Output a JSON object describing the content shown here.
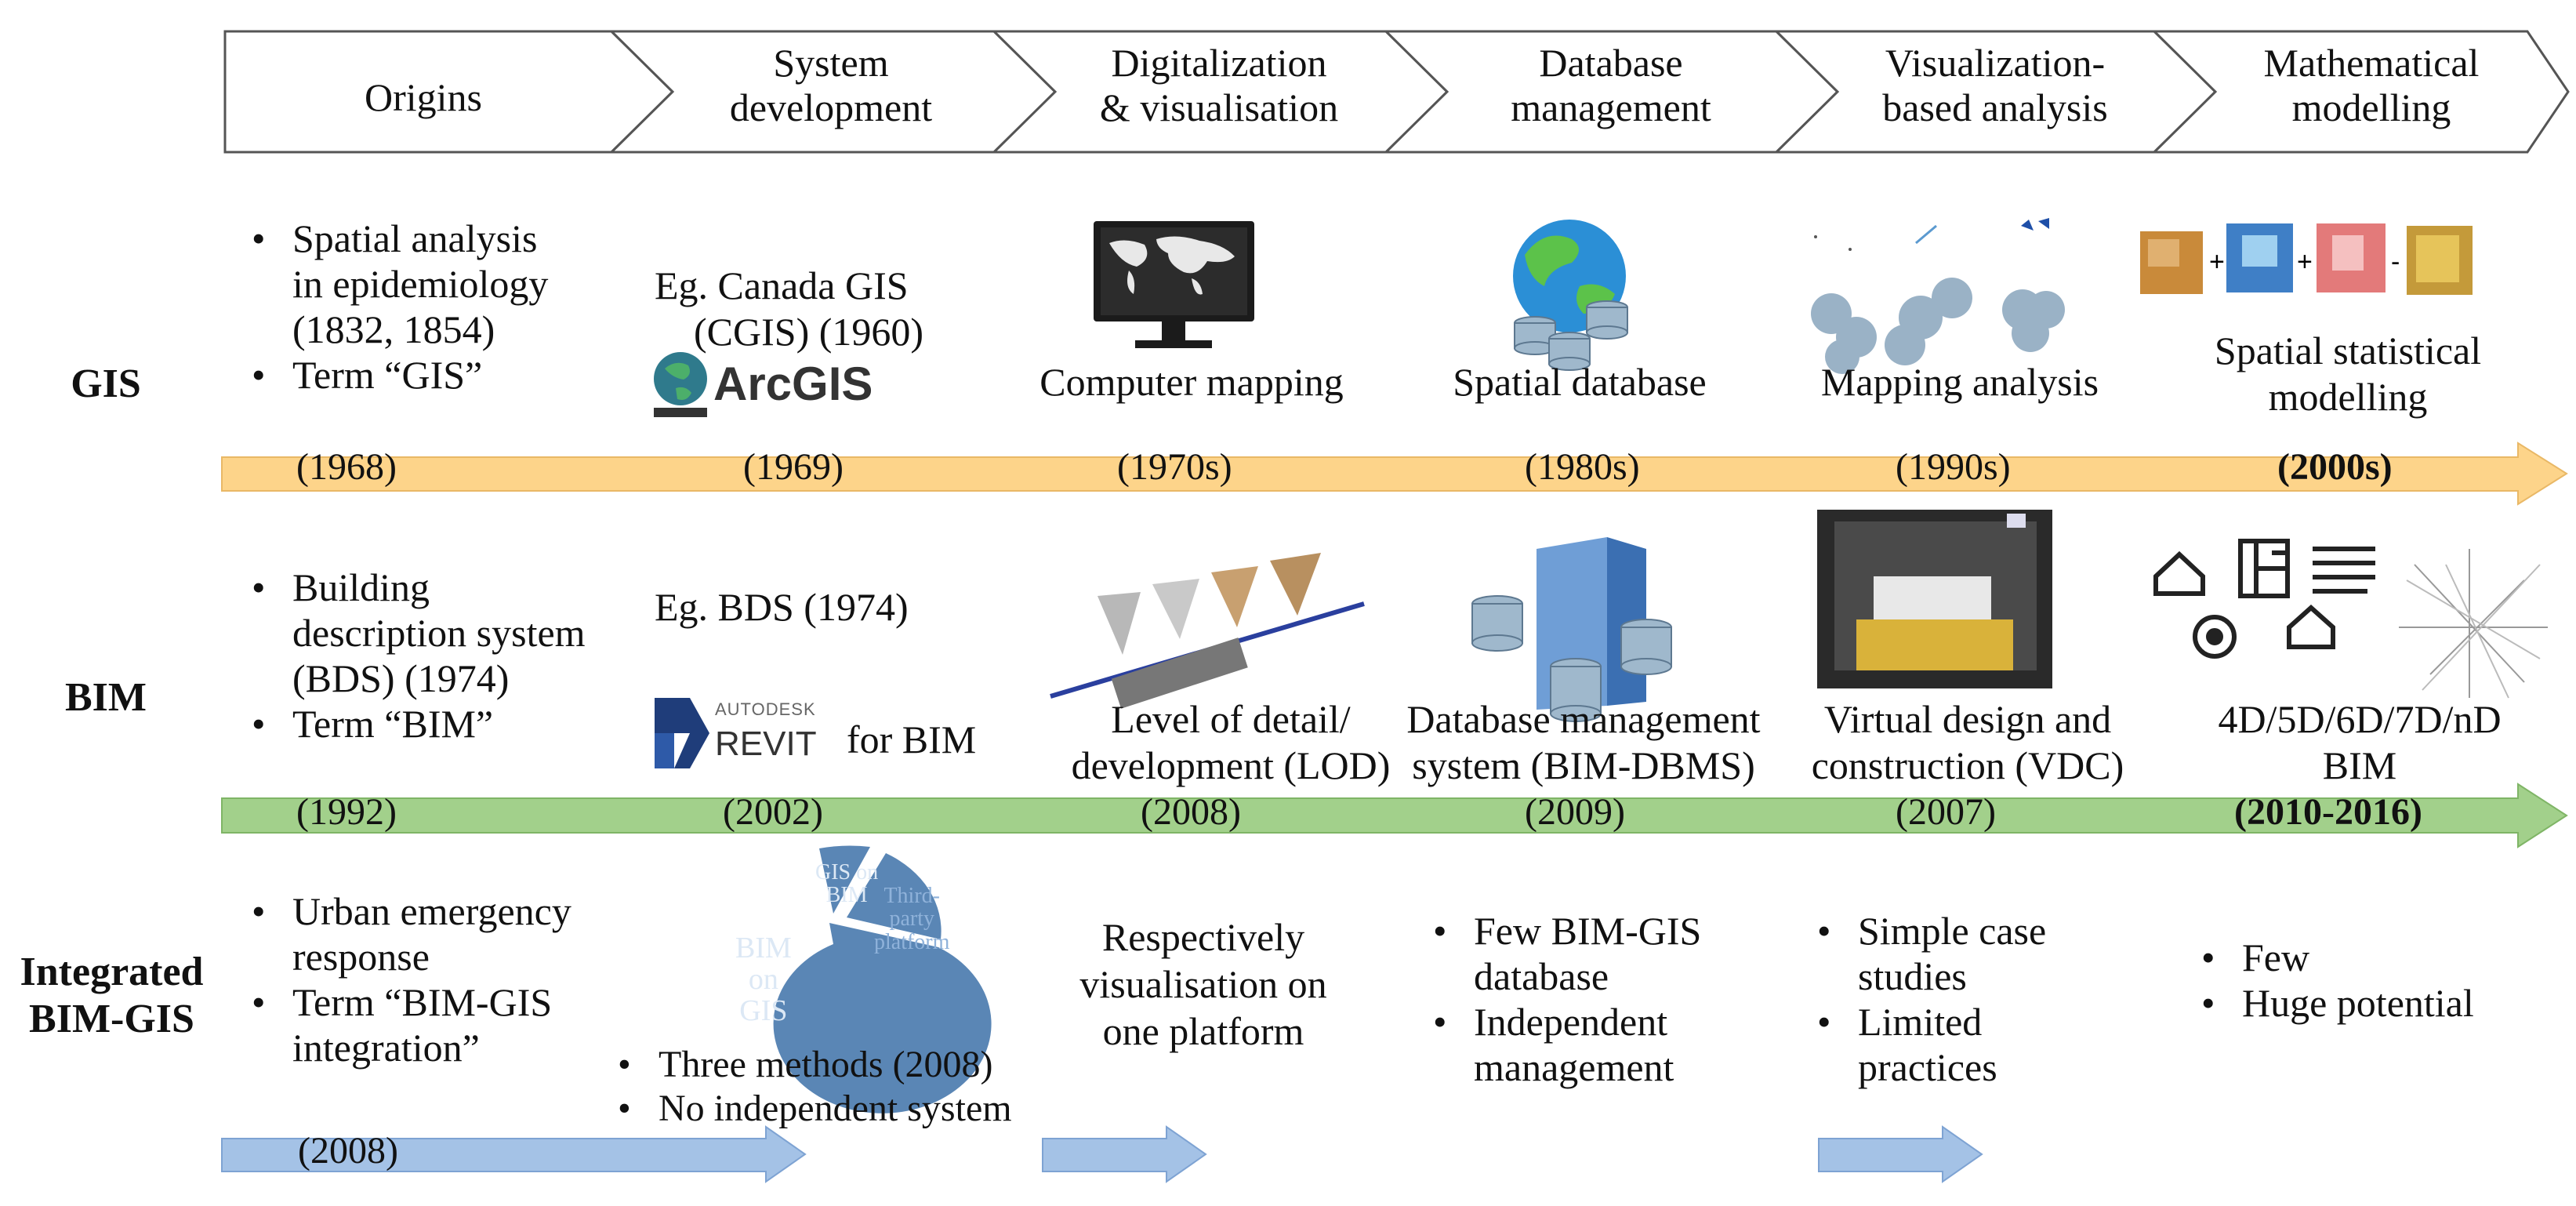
{
  "stages": [
    "Origins",
    "System\ndevelopment",
    "Digitalization\n& visualisation",
    "Database\nmanagement",
    "Visualization-\nbased analysis",
    "Mathematical\nmodelling"
  ],
  "rows": {
    "gis": "GIS",
    "bim": "BIM",
    "integrated": "Integrated\nBIM-GIS"
  },
  "gis": {
    "origins": [
      "Spatial analysis\nin epidemiology\n(1832, 1854)",
      "Term “GIS”"
    ],
    "system_dev": "Eg. Canada GIS\n    (CGIS) (1960)",
    "arcgis_logo": "ArcGIS",
    "digitalization": "Computer mapping",
    "database": "Spatial database",
    "visual_analysis": "Mapping analysis",
    "math_model": "Spatial statistical\nmodelling",
    "dates": [
      "(1968)",
      "(1969)",
      "(1970s)",
      "(1980s)",
      "(1990s)",
      "(2000s)"
    ]
  },
  "bim": {
    "origins": [
      "Building\ndescription system\n(BDS) (1974)",
      "Term “BIM”"
    ],
    "system_dev": "Eg. BDS (1974)",
    "revit_small": "AUTODESK",
    "revit_logo": "REVIT",
    "revit_suffix": "for BIM",
    "digitalization": "Level of detail/\ndevelopment (LOD)",
    "database": "Database management\nsystem (BIM-DBMS)",
    "visual_analysis": "Virtual design and\nconstruction (VDC)",
    "math_model": "4D/5D/6D/7D/nD\nBIM",
    "dates": [
      "(1992)",
      "(2002)",
      "(2008)",
      "(2009)",
      "(2007)",
      "(2010-2016)"
    ]
  },
  "integrated": {
    "origins": [
      "Urban emergency\nresponse",
      "Term “BIM-GIS\nintegration”"
    ],
    "origins_date": "(2008)",
    "pie_labels": [
      "BIM\non\nGIS",
      "GIS on\nBIM",
      "Third-\nparty\nplatform"
    ],
    "system_dev": [
      "Three methods (2008)",
      "No independent system"
    ],
    "digitalization": "Respectively\nvisualisation on\none platform",
    "database": [
      "Few BIM-GIS\ndatabase",
      "Independent\nmanagement"
    ],
    "visual_analysis": [
      "Simple case\nstudies",
      "Limited\npractices"
    ],
    "math_model": [
      "Few",
      "Huge potential"
    ]
  },
  "colors": {
    "gis_arrow": "#fdd48a",
    "bim_arrow": "#a2d08b",
    "int_arrow": "#a4c2e6",
    "pie": "#5a86b5",
    "pie_text": "#dce8f5"
  }
}
